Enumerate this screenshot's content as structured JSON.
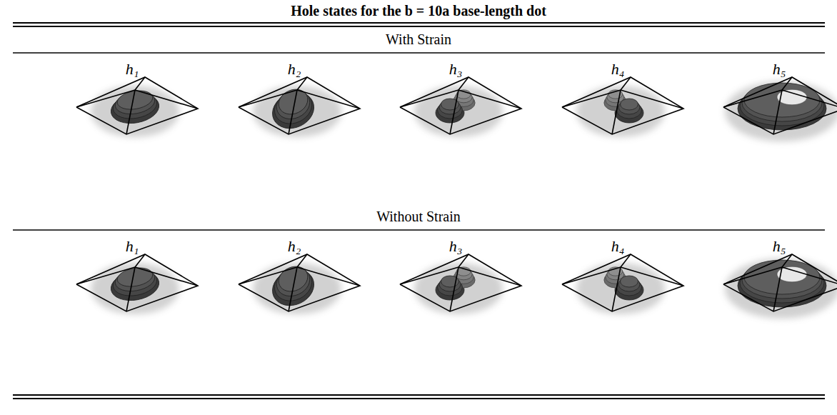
{
  "diagram": {
    "title": "Hole states for the b = 10a base-length dot",
    "labels": [
      "With Strain",
      "h₁",
      "h₂",
      "h₃",
      "h₄",
      "h₅",
      "Without Strain",
      "h₁",
      "h₂",
      "h₃",
      "h₄",
      "h₅"
    ]
  }
}
